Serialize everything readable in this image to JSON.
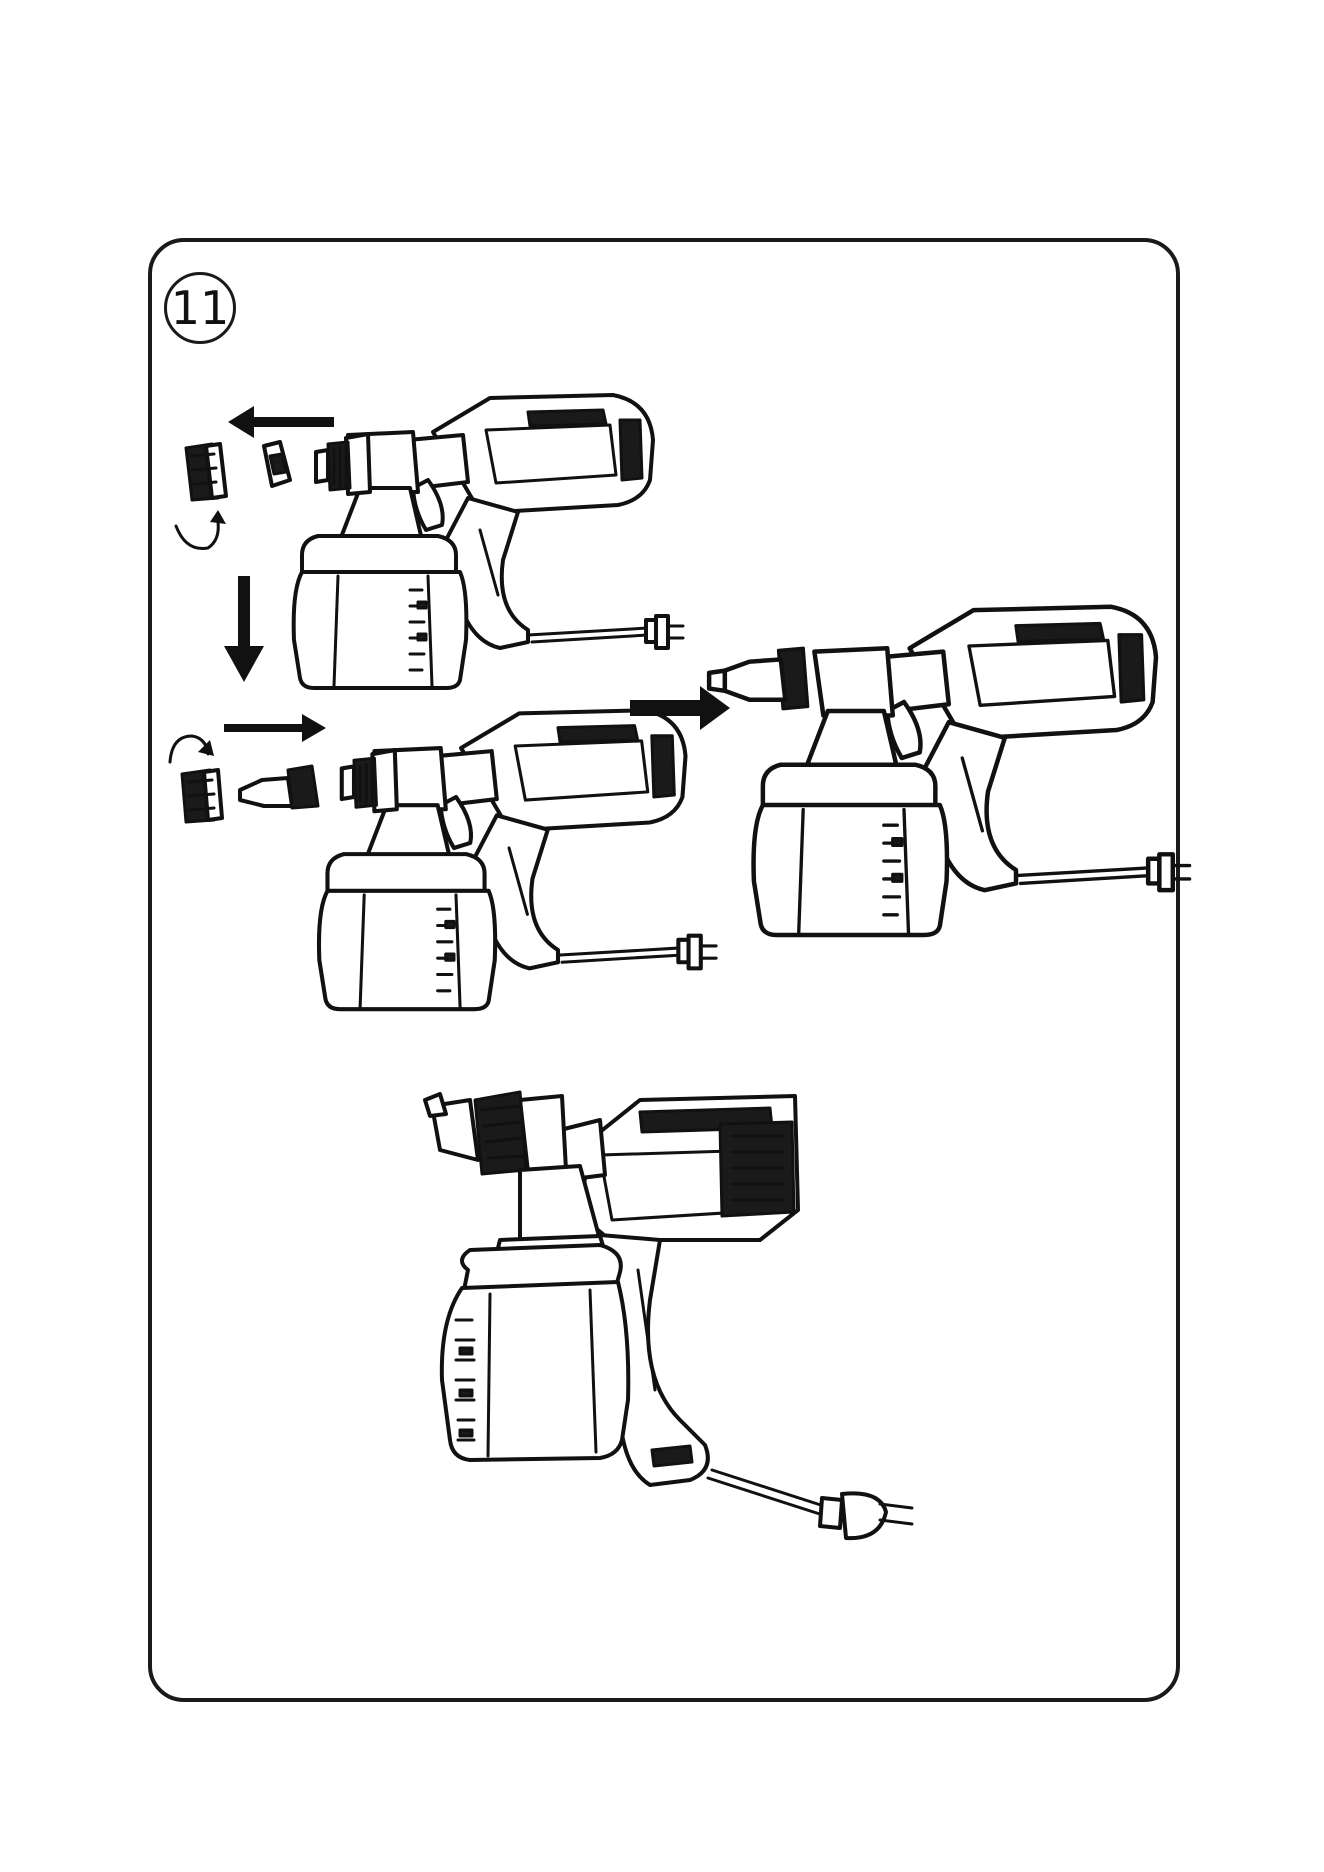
{
  "step": {
    "number": "11"
  },
  "colors": {
    "line": "#111111",
    "background": "#ffffff"
  },
  "figures": [
    {
      "name": "sprayer-nozzle-removed"
    },
    {
      "name": "sprayer-nozzle-attaching"
    },
    {
      "name": "sprayer-assembled-side"
    },
    {
      "name": "sprayer-assembled-perspective"
    }
  ],
  "icons": [
    "arrow-left-icon",
    "arrow-down-icon",
    "arrow-right-icon",
    "rotate-ccw-icon",
    "rotate-cw-icon"
  ]
}
